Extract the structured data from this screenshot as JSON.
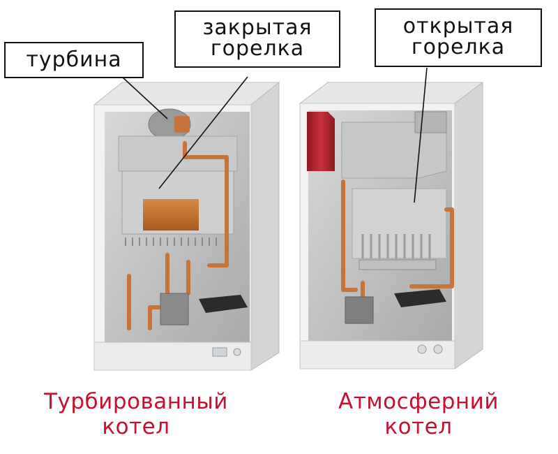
{
  "labels": {
    "turbine": "турбина",
    "closed_burner": [
      "закрытая",
      "горелка"
    ],
    "open_burner": [
      "открытая",
      "горелка"
    ]
  },
  "captions": {
    "left": [
      "Турбированный",
      "котел"
    ],
    "right": [
      "Атмосферний",
      "котел"
    ]
  },
  "colors": {
    "caption": "#c8102e",
    "pipe_copper": "#c8733a",
    "heat_exchanger": "#b9651f",
    "red_tank": "#b0242b",
    "boiler_casing": "#f2f2f2",
    "internal_gray": "#bdbdbd",
    "leader_line": "#111111"
  }
}
